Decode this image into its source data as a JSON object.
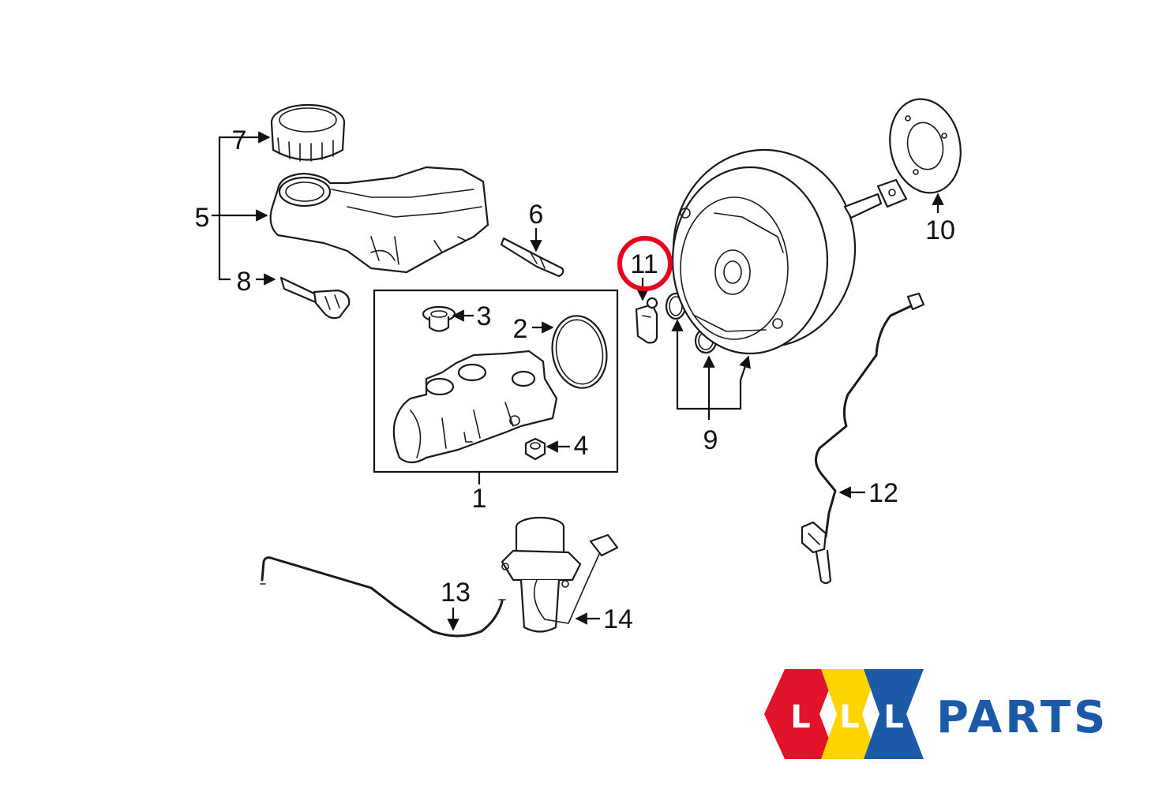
{
  "diagram": {
    "callouts": [
      {
        "id": "c1",
        "text": "1"
      },
      {
        "id": "c2",
        "text": "2"
      },
      {
        "id": "c3",
        "text": "3"
      },
      {
        "id": "c4",
        "text": "4"
      },
      {
        "id": "c5",
        "text": "5"
      },
      {
        "id": "c6",
        "text": "6"
      },
      {
        "id": "c7",
        "text": "7"
      },
      {
        "id": "c8",
        "text": "8"
      },
      {
        "id": "c9",
        "text": "9"
      },
      {
        "id": "c10",
        "text": "10"
      },
      {
        "id": "c11",
        "text": "11"
      },
      {
        "id": "c12",
        "text": "12"
      },
      {
        "id": "c13",
        "text": "13"
      },
      {
        "id": "c14",
        "text": "14"
      }
    ],
    "highlighted_callout": "11",
    "highlight_color": "#e8001c",
    "line_color": "#111111"
  },
  "logo": {
    "letters": [
      "L",
      "L",
      "L"
    ],
    "word": "PARTS",
    "colors": {
      "red": "#e3122b",
      "yellow": "#ffd400",
      "blue": "#1c5aa8",
      "word": "#1c5aa8"
    }
  }
}
